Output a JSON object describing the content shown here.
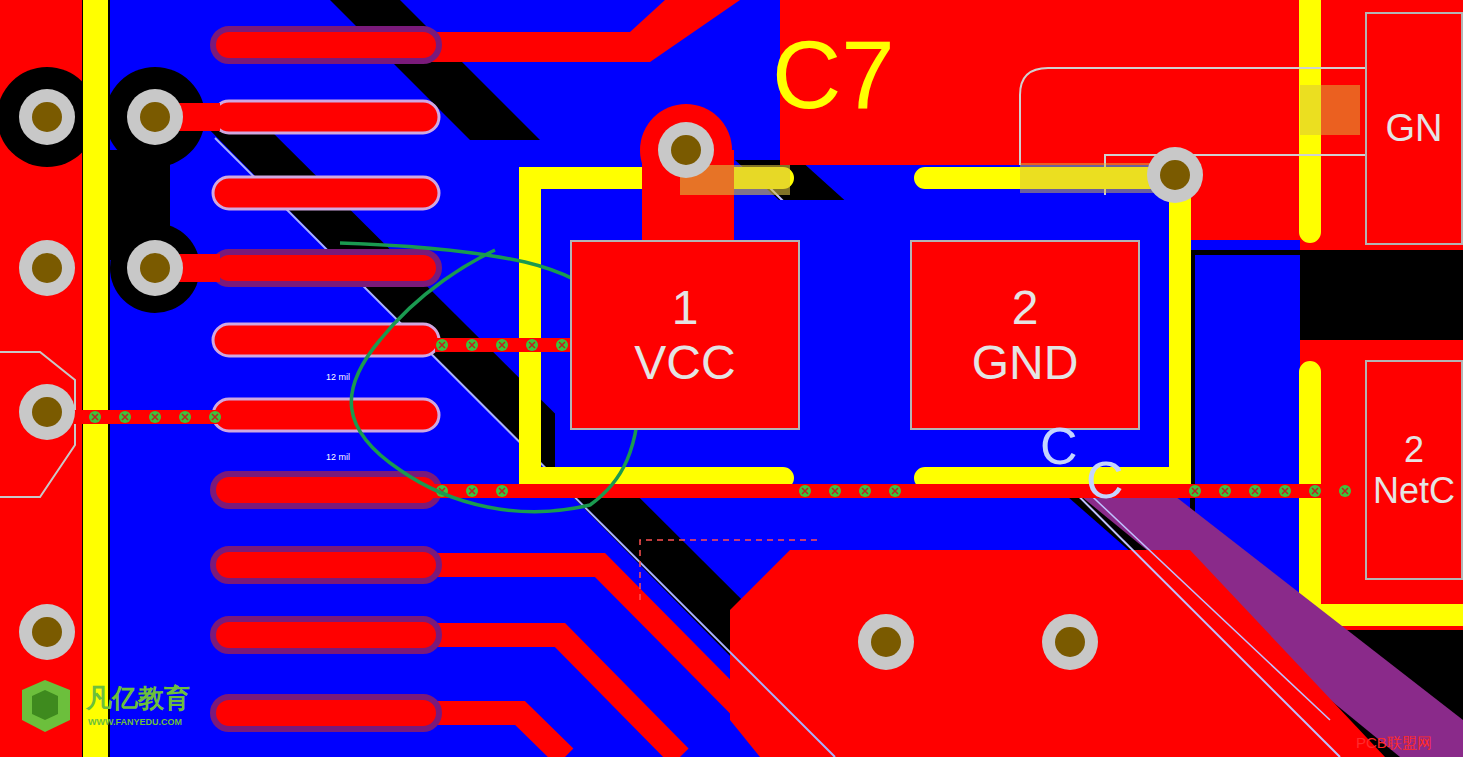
{
  "diagram": {
    "nodes": [
      {
        "text": [
          "1",
          "VCC"
        ]
      },
      {
        "text": [
          "2",
          "GND"
        ]
      },
      {
        "text": [
          "GN"
        ]
      },
      {
        "text": [
          "2",
          "NetC"
        ]
      }
    ],
    "labels": [
      "C7",
      "12 mil",
      "12 mil",
      "C",
      "C",
      "凡亿教育",
      "WWW.FANYEDU.COM",
      "PCB联盟网"
    ]
  }
}
